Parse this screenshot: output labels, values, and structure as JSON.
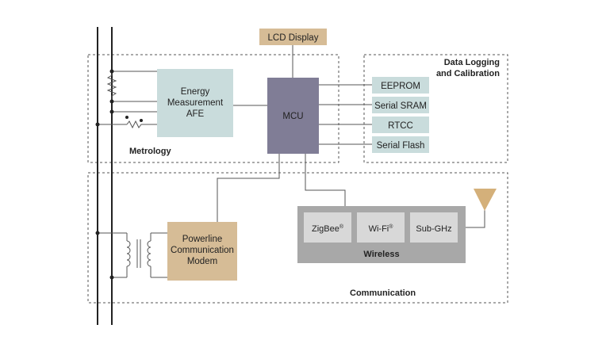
{
  "blocks": {
    "lcd": "LCD Display",
    "afe": [
      "Energy",
      "Measurement",
      "AFE"
    ],
    "mcu": "MCU",
    "eeprom": "EEPROM",
    "sram": "Serial SRAM",
    "rtcc": "RTCC",
    "flash": "Serial Flash",
    "plc": [
      "Powerline",
      "Communication",
      "Modem"
    ],
    "zigbee": "ZigBee",
    "wifi": "Wi-Fi",
    "subghz": "Sub-GHz",
    "reg_mark": "®"
  },
  "groups": {
    "metrology": "Metrology",
    "datalog": [
      "Data Logging",
      "and Calibration"
    ],
    "wireless": "Wireless",
    "communication": "Communication"
  },
  "colors": {
    "afe_fill": "#c9dcdc",
    "mem_fill": "#c9dcdc",
    "mcu_fill": "#807d96",
    "tan_fill": "#d6bc96",
    "wireless_fill": "#a8a8a8",
    "radio_fill": "#d8d8d8",
    "antenna_fill": "#d4b07a"
  }
}
